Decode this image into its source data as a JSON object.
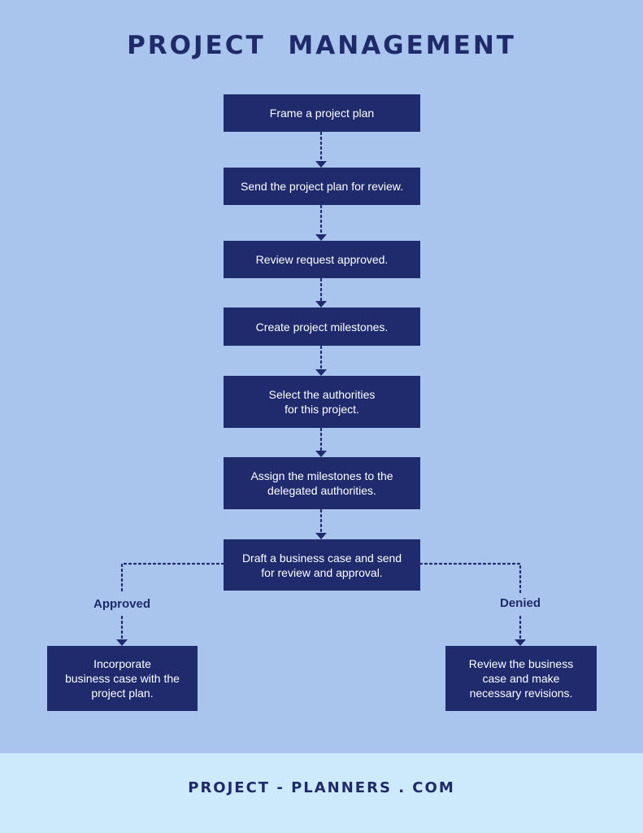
{
  "title": "PROJECT MANAGEMENT",
  "steps": [
    "Frame a project plan",
    "Send the project plan for review.",
    "Review request approved.",
    "Create project milestones.",
    "Select the authorities\nfor this project.",
    "Assign the milestones to the\ndelegated authorities.",
    "Draft a business case and send\nfor review and approval."
  ],
  "branches": {
    "approved": {
      "label": "Approved",
      "text": "Incorporate\nbusiness case with the\nproject plan."
    },
    "denied": {
      "label": "Denied",
      "text": "Review the business\ncase and make\nnecessary revisions."
    }
  },
  "footer": "PROJECT - PLANNERS . COM",
  "colors": {
    "background": "#a9c5ee",
    "box": "#1f2b6c",
    "text_dark": "#1e2a6a",
    "footer_bg": "#cdeafd"
  }
}
